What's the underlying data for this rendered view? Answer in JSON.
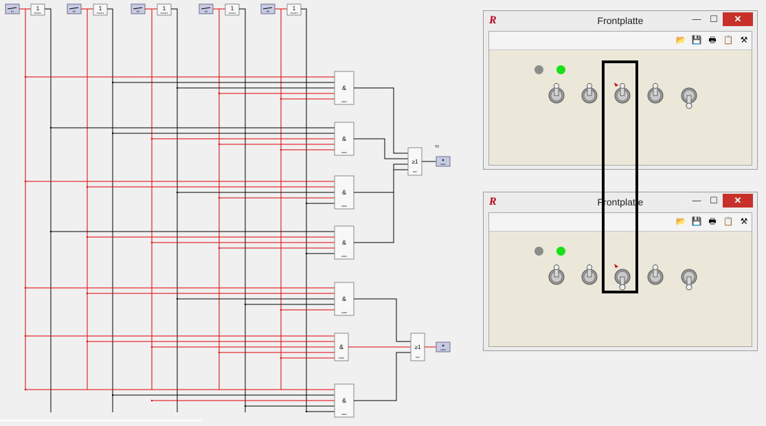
{
  "circuit": {
    "inputs": [
      {
        "switch_label": "E1",
        "not_label": "1",
        "not_caption": "NICHT1"
      },
      {
        "switch_label": "E2",
        "not_label": "1",
        "not_caption": "NICHT2"
      },
      {
        "switch_label": "E3",
        "not_label": "1",
        "not_caption": "NICHT3"
      },
      {
        "switch_label": "E4",
        "not_label": "1",
        "not_caption": "NICHT4"
      },
      {
        "switch_label": "E5",
        "not_label": "1",
        "not_caption": "NICHT5"
      }
    ],
    "and_gates": [
      {
        "symbol": "&",
        "caption": "AND1"
      },
      {
        "symbol": "&",
        "caption": "AND2"
      },
      {
        "symbol": "&",
        "caption": "AND3"
      },
      {
        "symbol": "&",
        "caption": "AND4"
      },
      {
        "symbol": "&",
        "caption": "AND5"
      },
      {
        "symbol": "&",
        "caption": "AND6"
      },
      {
        "symbol": "&",
        "caption": "AND7"
      }
    ],
    "or_gates": [
      {
        "symbol": "≥1",
        "caption": "OR1"
      },
      {
        "symbol": "≥1",
        "caption": "OR2"
      }
    ],
    "outputs": [
      {
        "label": "Y0",
        "caption": "LED1"
      },
      {
        "label": "",
        "caption": "LED2"
      }
    ],
    "colors": {
      "high": "#e00000",
      "low": "#000000"
    }
  },
  "windows": [
    {
      "logo": "R",
      "title": "Frontplatte",
      "controls": {
        "minimize": "—",
        "maximize": "☐",
        "close": "✕"
      },
      "toolbar": [
        "open-folder-icon",
        "save-icon",
        "print-icon",
        "clipboard-icon",
        "tools-icon"
      ],
      "lamps": [
        {
          "state": "off",
          "color": "#8c8c8c"
        },
        {
          "state": "on",
          "color": "#16e016"
        }
      ],
      "switches": [
        "up",
        "up",
        "up",
        "up",
        "down"
      ]
    },
    {
      "logo": "R",
      "title": "Frontplatte",
      "controls": {
        "minimize": "—",
        "maximize": "☐",
        "close": "✕"
      },
      "toolbar": [
        "open-folder-icon",
        "save-icon",
        "print-icon",
        "clipboard-icon",
        "tools-icon"
      ],
      "lamps": [
        {
          "state": "off",
          "color": "#8c8c8c"
        },
        {
          "state": "on",
          "color": "#16e016"
        }
      ],
      "switches": [
        "up",
        "up",
        "down",
        "up",
        "down"
      ]
    }
  ]
}
